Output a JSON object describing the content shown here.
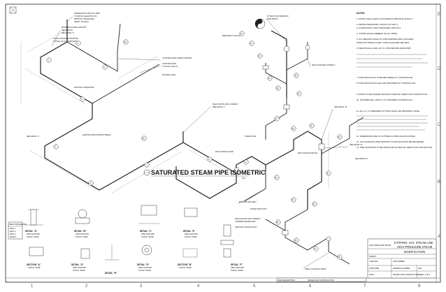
{
  "drawing": {
    "main_title": "SATURATED STEAM PIPE ISOMETRIC",
    "main_title_scale": "NTS",
    "grid_columns": [
      "1",
      "2",
      "3",
      "4",
      "5",
      "6",
      "7",
      "8"
    ],
    "grid_rows": [
      "E",
      "D",
      "C",
      "B",
      "A"
    ]
  },
  "notes": {
    "heading": "NOTES:",
    "lines": [
      "1. PIPING SHALL MATCH DOCUMENTS PER FILE AS BUILT.",
      "2. DESIGN PRESSURE: 150 PSI  G  AT 366° F",
      "3. HYDROSTATIC TEST PRESSURE: 225 PSI G.",
      "4. STEAM VALVE NUMBERS ON ALL PIPES.",
      "5. ALL WELDING DONE TO A PROCEDURE PWP QUALIFIED",
      "   FROM 1ST DESIGN CODE. CODE QUALIFIED WELDER.",
      "6. WELDS SHALL PER LIST # 1 PROCEDURE FROM PWP",
      "7. PIPE INSULATION TO BE RETURNED TO CONTRACTOR.",
      "8. PIPE INSULATION SHALL BE PROVIDED BY CONTRACTOR.",
      "9. PIPING TO BE LEAKED TESTED IN FIELD BY ERECTION CONTRACTOR.",
      "10. PLANNER WILL HOLD IT TO STRAINER CONTROLLING.",
      "11. ALL U.S. & THREADED FITTINGS SHALL BE WRAPPED LOOSE.",
      "12. DIMENSIONS ARE TO OUTSIDE OF PIPE UNLESS NOTED.",
      "13. 316 STAINLESS PIPE SUPPORT LOCATIONS MUST BE RECORDED.",
      "14. PIPE SUPPORTS TO BE INSTALLED IN FIELD BY ERECTION CONTRACTOR."
    ]
  },
  "callouts": {
    "c1": "TERMINATE STUB-IN OF NEW",
    "c2": "TO MATCH ELEVATION OF",
    "c3": "EXISTING STEAM MAIN.",
    "c4": "VERIFY IN FIELD.",
    "c5": "MODIFIED STEAM SUPPORT",
    "c6": "SEE SKETCH",
    "c7": "SEE DETAIL 'A'",
    "c8": "STUCK INSTALLED EXISTING",
    "c9": "TYPICAL OF ALL SUPPORTS",
    "c10": "CONSTRUCTED STEAM SUPPORT",
    "c11": "CONSTRUCTED",
    "c12": "TYPICAL (4) PLCS",
    "c13": "BUILDING WALL",
    "c14": "EXISTING STEAM PIPE",
    "c15": "SEE DETAIL 'C'",
    "c16": "EXISTING PIPE SUPPORT BEING",
    "c17": "FIELD ROUTE AND CONNECT",
    "c18": "SEE DETAIL 'F'",
    "c19": "RELOCATED GUARD",
    "c20": "STEAM TRAP",
    "c21": "RELOCATED EXISTING",
    "c22": "ST BOX IN SUSPENSION",
    "c23": "NEW PIPING",
    "c24": "REDUCER (TYPICAL)",
    "c25": "RELOCATE AND CONNECT",
    "c26": "SEE DETAIL 'B'",
    "c27": "SEE DETAIL 'D'",
    "c28": "SEE DETAIL 'E'",
    "c29": "BUILDING AIR VENT",
    "c30": "STEAM TRAP ASSY",
    "c31": "FIELD ROUTE AND CONNECT",
    "c32": "CONDENSATE RETURN",
    "c33": "SMALL PLUNGE & DROP",
    "c34": "VERTICAL INSTALLATION"
  },
  "bubbles": [
    "1",
    "2",
    "3",
    "4",
    "5",
    "6",
    "7",
    "8",
    "9",
    "10",
    "11",
    "12",
    "13",
    "14",
    "15",
    "16",
    "17",
    "18",
    "19",
    "20",
    "21",
    "22",
    "23",
    "24",
    "25",
    "26",
    "27",
    "28",
    "29",
    "30"
  ],
  "details": {
    "a": {
      "title": "DETAIL \"A\"",
      "sub": "PIPE SUPPORT",
      "scale": "SCALE: NONE"
    },
    "b": {
      "title": "DETAIL \"B\"",
      "sub": "PIPE SUPPORT",
      "scale": "SCALE: NONE"
    },
    "c": {
      "title": "DETAIL \"C\"",
      "sub": "PIPE SUPPORT",
      "scale": "SCALE: NONE"
    },
    "d": {
      "title": "DETAIL \"D\"",
      "sub": "PIPE SUPPORT",
      "scale": "SCALE: NONE"
    },
    "e": {
      "title": "DETAIL \"E\"",
      "sub": "PIPE SUPPORT",
      "scale": "SCALE: NONE"
    },
    "f": {
      "title": "DETAIL \"F\"",
      "sub": "PIPE SUPPORT",
      "scale": "SCALE: NONE"
    },
    "g": {
      "title": "DETAIL \"G\"",
      "sub": "PIPE SUPPORT",
      "scale": "SCALE: NONE"
    },
    "h": {
      "title": "DETAIL \"H\"",
      "sub": "VALVE STAND",
      "scale": "SCALE: NONE"
    },
    "sec": {
      "title": "SECTION \"A\"",
      "sub": "SCALE: NONE"
    },
    "sec2": {
      "title": "SECTION \"B\"",
      "sub": "SCALE: NONE"
    }
  },
  "legend": {
    "title": "WELD PROCEDURE",
    "rows": [
      "WPS-1",
      "WPS-2",
      "WPS-3",
      "FRAN-5"
    ]
  },
  "title_block": {
    "org": "HIGH PRESSURE STEAM",
    "line1": "E-PIPING- SAT. STEAM LINE",
    "line2": "HIGH PRESSURE STEAM",
    "line3": "MODIFICATION",
    "drawn": "DRAWN",
    "checked": "CHECKED",
    "approved": "APPROVED",
    "date": "DATE",
    "job_no": "JOB NUMBER",
    "sheet": "SHEET 1 OF 4",
    "rev": "REV",
    "dwg_label": "DRAWING NUMBER",
    "issued": "ISSUED FOR CONSTRUCTION",
    "footer_left": "REV  DESCRIPTION",
    "footer_mid": "ISSUED FOR CONSTRUCTION"
  }
}
